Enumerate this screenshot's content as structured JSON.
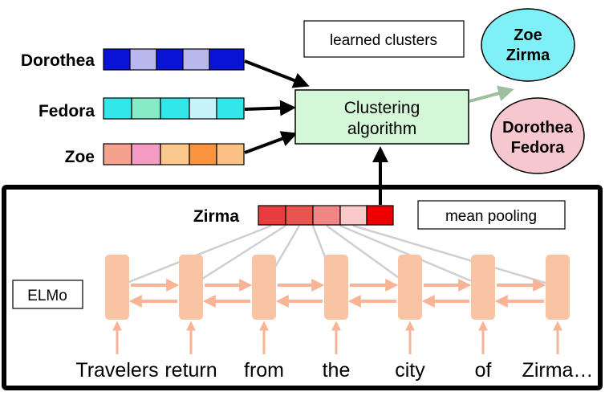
{
  "embeddings": [
    {
      "name": "Dorothea",
      "colors": [
        "#0a14d6",
        "#b8b8ef",
        "#0a14d6",
        "#b8b8ef",
        "#0a14d6"
      ]
    },
    {
      "name": "Fedora",
      "colors": [
        "#33e6ea",
        "#86ecc8",
        "#33e6ea",
        "#c7f4f8",
        "#33e6ea"
      ]
    },
    {
      "name": "Zoe",
      "colors": [
        "#f6a08e",
        "#f49cc3",
        "#fbc88d",
        "#f9933e",
        "#fbc183"
      ]
    }
  ],
  "clustering_label": {
    "line1": "Clustering",
    "line2": "algorithm"
  },
  "learned_clusters_label": "learned clusters",
  "clusters": [
    {
      "line1": "Zoe",
      "line2": "Zirma",
      "color": "#7ff0f6"
    },
    {
      "line1": "Dorothea",
      "line2": "Fedora",
      "color": "#f7c7cf"
    }
  ],
  "elmo": {
    "target_name": "Zirma",
    "target_colors": [
      "#e83d3f",
      "#e85550",
      "#f08686",
      "#f9c8c8",
      "#ef0000"
    ],
    "pooling_label": "mean pooling",
    "model_label": "ELMo",
    "words": [
      "Travelers",
      "return",
      "from",
      "the",
      "city",
      "of",
      "Zirma…"
    ]
  }
}
